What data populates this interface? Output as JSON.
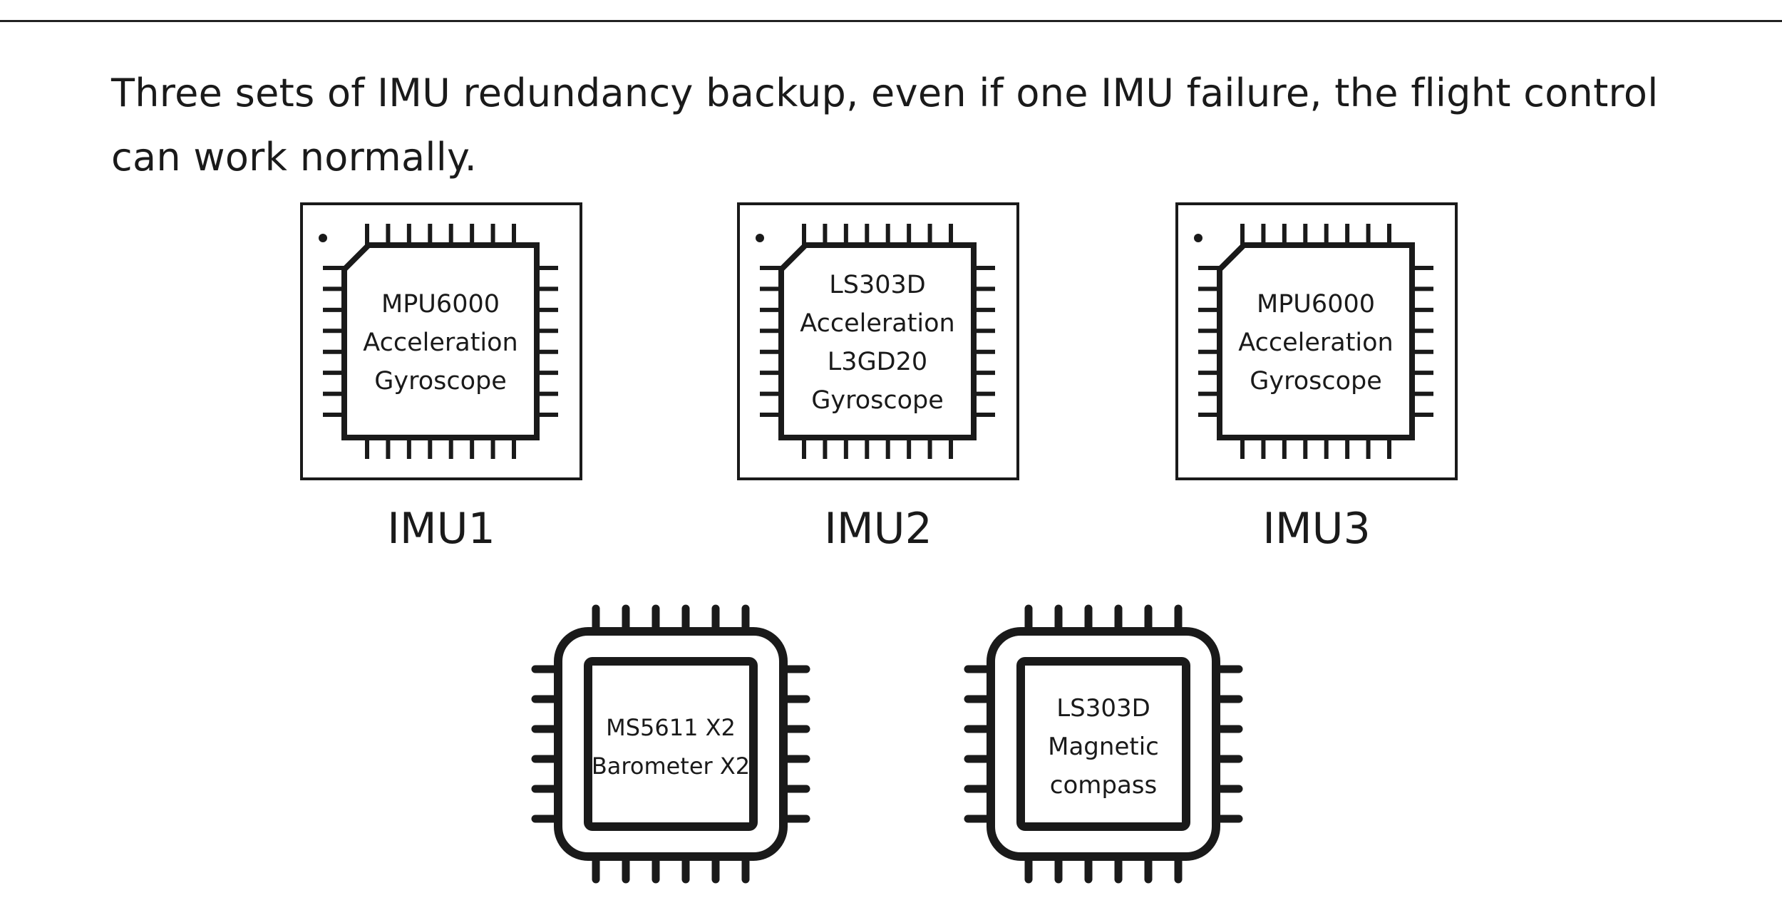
{
  "intro_text": "Three sets of IMU redundancy backup, even if one IMU failure, the flight control can work normally.",
  "colors": {
    "ink": "#1a1a1a",
    "background": "#ffffff"
  },
  "imu_chips": [
    {
      "name": "IMU1",
      "lines": [
        "MPU6000",
        "Acceleration",
        "Gyroscope"
      ]
    },
    {
      "name": "IMU2",
      "lines": [
        "LS303D",
        "Acceleration",
        "L3GD20",
        "Gyroscope"
      ]
    },
    {
      "name": "IMU3",
      "lines": [
        "MPU6000",
        "Acceleration",
        "Gyroscope"
      ]
    }
  ],
  "sensor_chips": [
    {
      "id": "barometer",
      "lines": [
        "MS5611 X2",
        "Barometer X2"
      ]
    },
    {
      "id": "compass",
      "lines": [
        "LS303D",
        "Magnetic",
        "compass"
      ]
    }
  ]
}
